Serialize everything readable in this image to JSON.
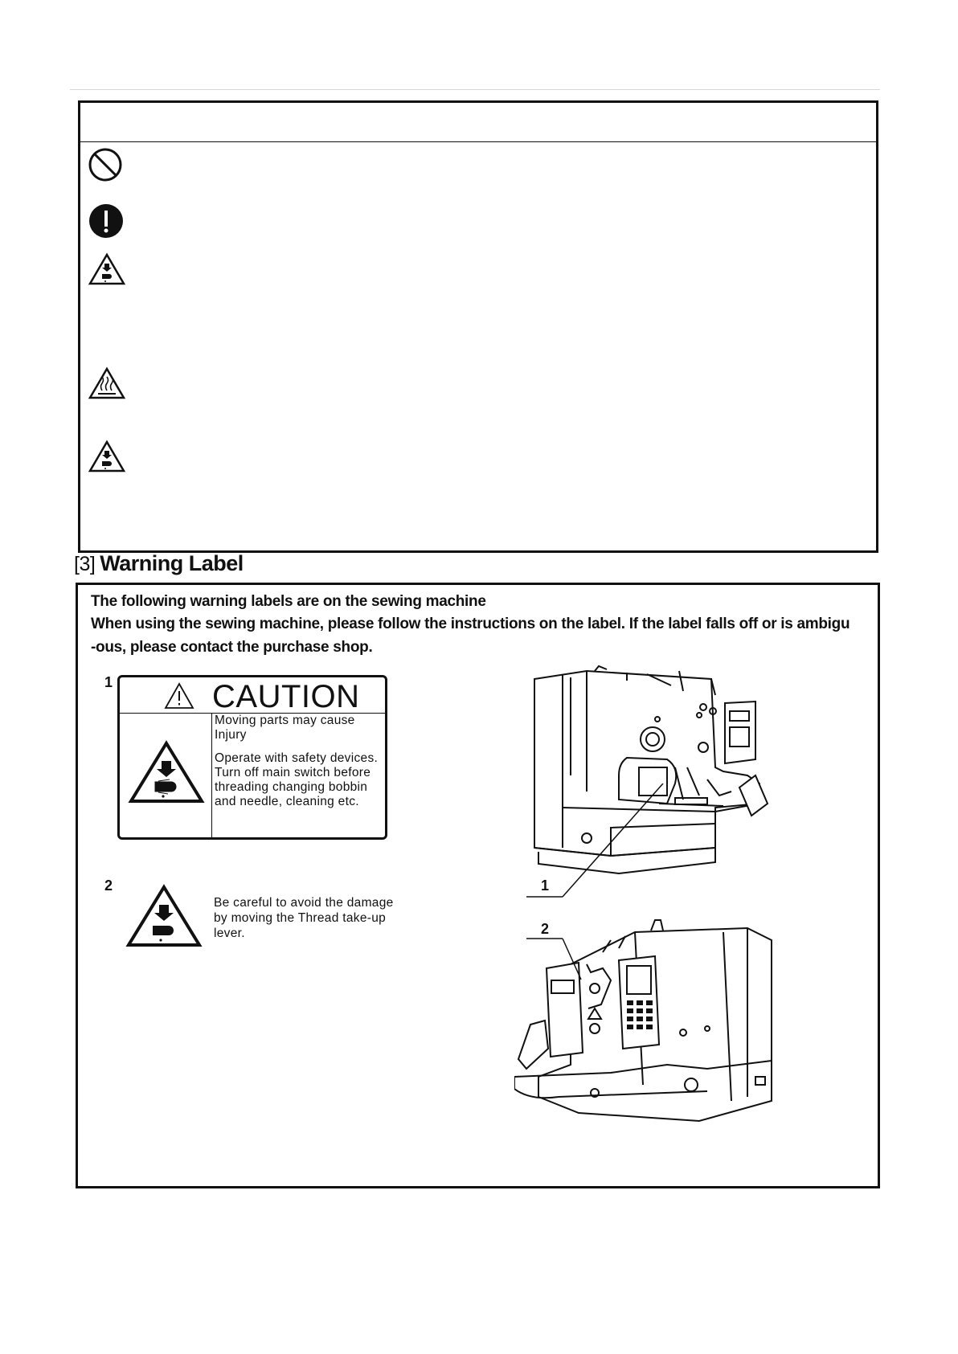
{
  "section": {
    "number": "[3]",
    "title": "Warning Label"
  },
  "intro": {
    "line1": "The  following  warning  labels  are  on  the  sewing  machine",
    "line2": "When  using  the  sewing  machine, please follow the instructions on the label. If the label falls off or is ambigu",
    "line3": "-ous, please contact the purchase shop."
  },
  "label1": {
    "number": "1",
    "title": "CAUTION",
    "text_lines": [
      "Moving parts may cause",
      "Injury"
    ],
    "text_lines_2": [
      "Operate with safety devices.",
      "Turn off main switch before",
      "threading changing bobbin",
      "and needle, cleaning etc."
    ]
  },
  "label2": {
    "number": "2",
    "text_lines": [
      "Be careful to avoid the damage",
      "by moving the Thread take-up",
      "lever."
    ]
  },
  "callouts": {
    "one": "1",
    "two": "2"
  },
  "icons": [
    "prohibition-icon",
    "mandatory-action-icon",
    "hand-crush-warning-icon",
    "hot-surface-warning-icon",
    "hand-crush-warning-icon"
  ]
}
